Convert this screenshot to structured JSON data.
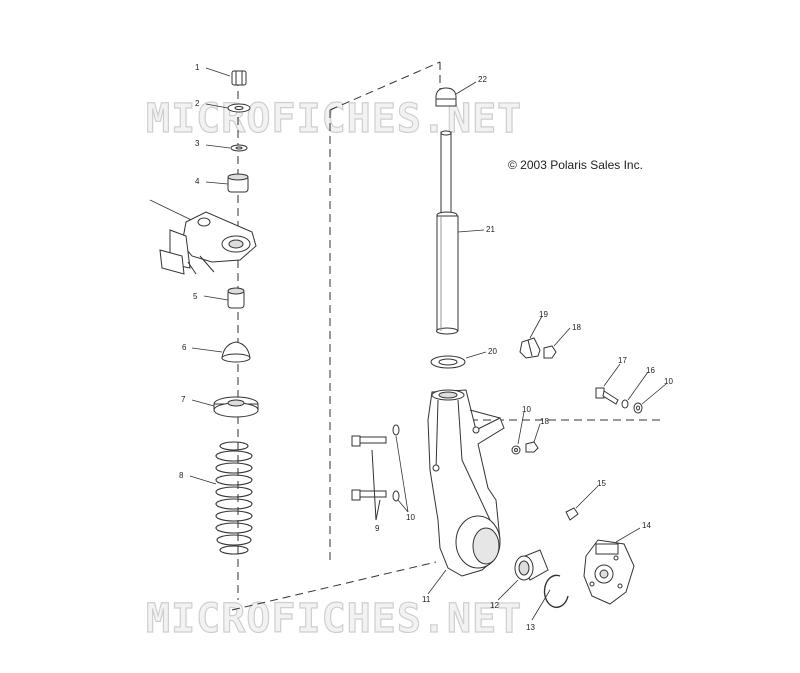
{
  "watermarks": [
    "MICROFICHES.NET",
    "MICROFICHES.NET"
  ],
  "copyright": "© 2003 Polaris Sales Inc.",
  "callouts": [
    "1",
    "2",
    "3",
    "4",
    "5",
    "6",
    "7",
    "8",
    "9",
    "10",
    "10",
    "10",
    "11",
    "12",
    "13",
    "14",
    "15",
    "16",
    "17",
    "18",
    "18",
    "19",
    "20",
    "21",
    "22"
  ],
  "colors": {
    "line": "#333333",
    "part_fill": "#ffffff",
    "shade": "#cccccc",
    "watermark_stroke": "#cfcfcf"
  }
}
